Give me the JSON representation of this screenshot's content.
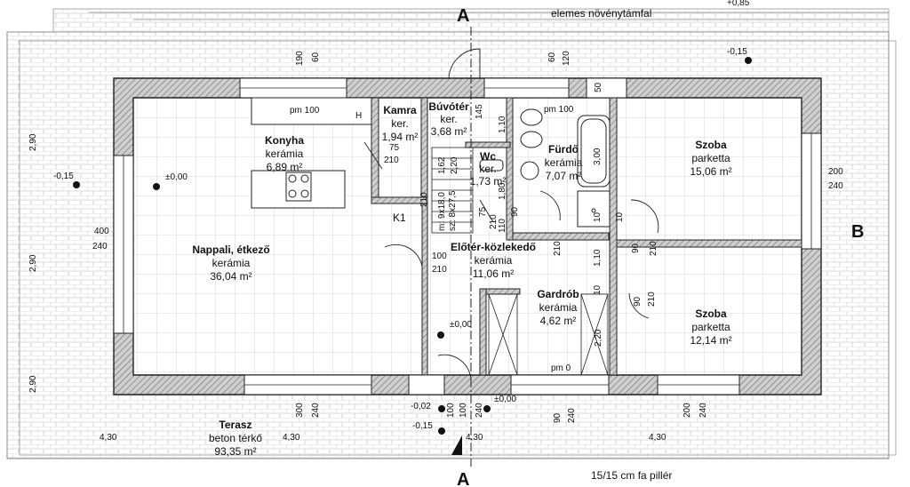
{
  "rooms": [
    {
      "id": "konyha",
      "name": "Konyha",
      "material": "kerámia",
      "area": "6,89 m²"
    },
    {
      "id": "kamra",
      "name": "Kamra",
      "material": "ker.",
      "area": "1,94 m²"
    },
    {
      "id": "buvoter",
      "name": "Búvótér",
      "material": "ker.",
      "area": "3,68 m²"
    },
    {
      "id": "furdo",
      "name": "Fürdő",
      "material": "kerámia",
      "area": "7,07 m²"
    },
    {
      "id": "szoba1",
      "name": "Szoba",
      "material": "parketta",
      "area": "15,06 m²"
    },
    {
      "id": "wc",
      "name": "Wc",
      "material": "ker.",
      "area": "1,73 m²"
    },
    {
      "id": "nappali",
      "name": "Nappali, étkező",
      "material": "kerámia",
      "area": "36,04 m²"
    },
    {
      "id": "eloter",
      "name": "Előtér-közlekedő",
      "material": "kerámia",
      "area": "11,06 m²"
    },
    {
      "id": "gardrob",
      "name": "Gardrób",
      "material": "kerámia",
      "area": "4,62 m²"
    },
    {
      "id": "szoba2",
      "name": "Szoba",
      "material": "parketta",
      "area": "12,14 m²"
    },
    {
      "id": "terasz",
      "name": "Terasz",
      "material": "beton térkő",
      "area": "93,35 m²"
    }
  ],
  "annotations": {
    "planter": "elemes növénytámfal",
    "pillar": "15/15 cm fa pillér",
    "section_a": "A",
    "section_b": "B",
    "kitchen_mark": "K1",
    "stair_count": "m: 9x18,0",
    "stair_size": "sz: 8x27,5",
    "pm_kitchen": "pm 100",
    "pm_bath": "pm 100",
    "pm_zero": "pm 0"
  },
  "levels": [
    "±0,00",
    "±0,00",
    "±0,00",
    "-0,15",
    "-0,15",
    "-0,15",
    "-0,02",
    "+0,85"
  ],
  "dimensions": [
    "190",
    "60",
    "60",
    "120",
    "50",
    "145",
    "1,10",
    "75",
    "210",
    "1,62",
    "2,20",
    "1,80",
    "75",
    "210",
    "110",
    "210",
    "3,00",
    "10",
    "10",
    "10",
    "90",
    "210",
    "1,10",
    "90",
    "210",
    "400",
    "240",
    "200",
    "240",
    "100",
    "210",
    "100",
    "2,20",
    "2,90",
    "2,90",
    "2,90",
    "300",
    "240",
    "100",
    "240",
    "90",
    "240",
    "200",
    "240",
    "4,30",
    "4,30",
    "4,30",
    "4,30",
    "210",
    "90",
    "H"
  ]
}
